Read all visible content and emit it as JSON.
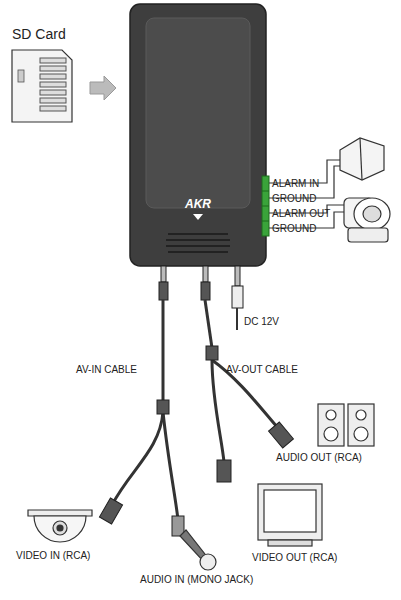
{
  "diagram": {
    "nodes": [
      {
        "text": [
          "AKR"
        ]
      }
    ],
    "labels": [
      "SD Card",
      "ALARM IN",
      "GROUND",
      "ALARM OUT",
      "GROUND",
      "DC 12V",
      "AV-IN CABLE",
      "AV-OUT CABLE",
      "AUDIO OUT (RCA)",
      "VIDEO OUT (RCA)",
      "VIDEO IN (RCA)",
      "AUDIO IN (MONO JACK)"
    ]
  }
}
